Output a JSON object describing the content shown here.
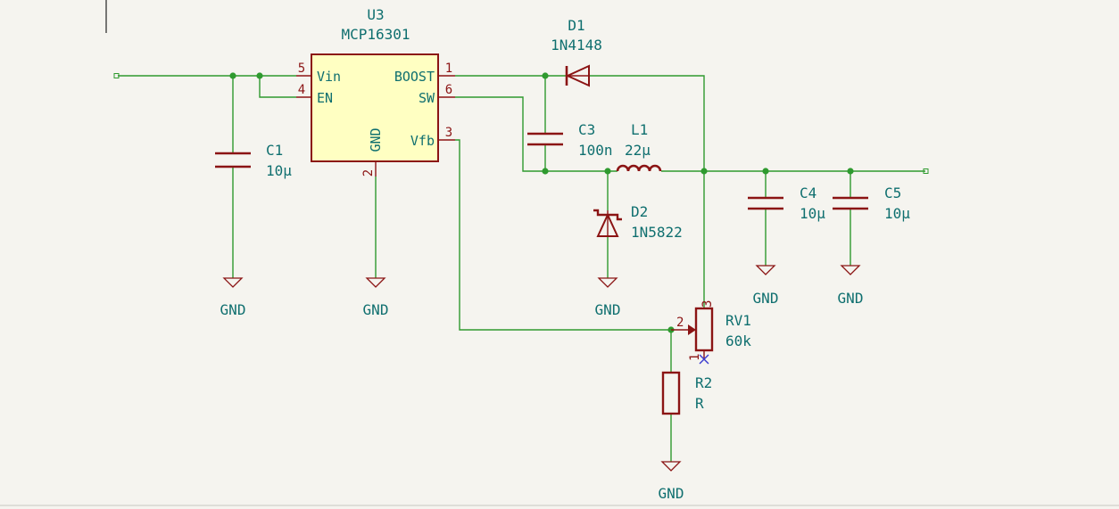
{
  "components": {
    "u3": {
      "ref": "U3",
      "value": "MCP16301",
      "pins": [
        {
          "num": "5",
          "name": "Vin"
        },
        {
          "num": "4",
          "name": "EN"
        },
        {
          "num": "1",
          "name": "BOOST"
        },
        {
          "num": "6",
          "name": "SW"
        },
        {
          "num": "3",
          "name": "Vfb"
        },
        {
          "num": "2",
          "name": "GND"
        }
      ]
    },
    "d1": {
      "ref": "D1",
      "value": "1N4148"
    },
    "c1": {
      "ref": "C1",
      "value": "10µ"
    },
    "c3": {
      "ref": "C3",
      "value": "100n"
    },
    "l1": {
      "ref": "L1",
      "value": "22µ"
    },
    "d2": {
      "ref": "D2",
      "value": "1N5822"
    },
    "c4": {
      "ref": "C4",
      "value": "10µ"
    },
    "c5": {
      "ref": "C5",
      "value": "10µ"
    },
    "rv1": {
      "ref": "RV1",
      "value": "60k",
      "pins": [
        "1",
        "2",
        "3"
      ]
    },
    "r2": {
      "ref": "R2",
      "value": "R"
    }
  },
  "ground_label": "GND"
}
